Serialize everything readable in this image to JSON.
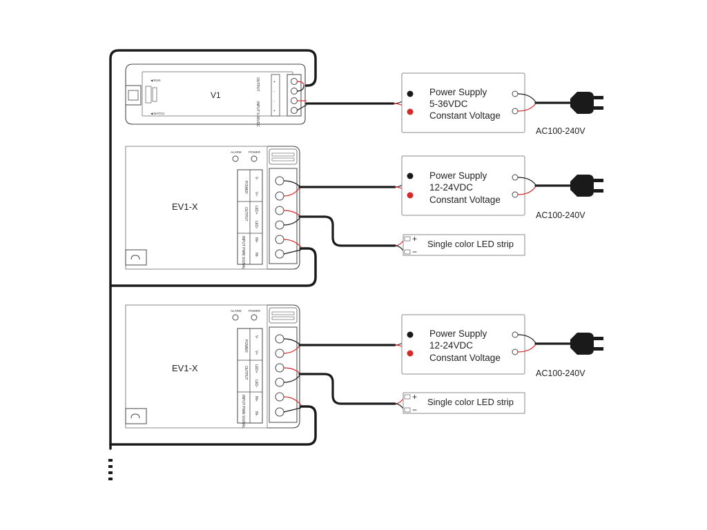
{
  "v1": {
    "name": "V1",
    "run_label": "RUN",
    "match_label": "MATCH",
    "output_label": "OUTPUT",
    "input_label": "INPUT 5-36VDC",
    "terminals": [
      "+",
      "-",
      "-",
      "+"
    ]
  },
  "ev1x_1": {
    "name": "EV1-X",
    "alarm_label": "ALARM",
    "power_label": "POWER",
    "group_power": "POWER",
    "group_output": "OUTPUT",
    "group_input": "INPUT PWM SIGNAL",
    "terminals": [
      "V-",
      "V+",
      "LED+",
      "LED-",
      "IN+",
      "IN-"
    ]
  },
  "ev1x_2": {
    "name": "EV1-X",
    "alarm_label": "ALARM",
    "power_label": "POWER",
    "group_power": "POWER",
    "group_output": "OUTPUT",
    "group_input": "INPUT PWM SIGNAL",
    "terminals": [
      "V-",
      "V+",
      "LED+",
      "LED-",
      "IN+",
      "IN-"
    ]
  },
  "psu_1": {
    "line1": "Power Supply",
    "line2": "5-36VDC",
    "line3": "Constant Voltage",
    "ac": "AC100-240V"
  },
  "psu_2": {
    "line1": "Power Supply",
    "line2": "12-24VDC",
    "line3": "Constant Voltage",
    "ac": "AC100-240V"
  },
  "psu_3": {
    "line1": "Power Supply",
    "line2": "12-24VDC",
    "line3": "Constant Voltage",
    "ac": "AC100-240V"
  },
  "led_1": {
    "label": "Single color LED strip",
    "plus": "+",
    "minus": "−"
  },
  "led_2": {
    "label": "Single color LED strip",
    "plus": "+",
    "minus": "−"
  },
  "colors": {
    "wire_black": "#1a1a1a",
    "wire_red": "#d42a2a",
    "outline": "#444444"
  }
}
